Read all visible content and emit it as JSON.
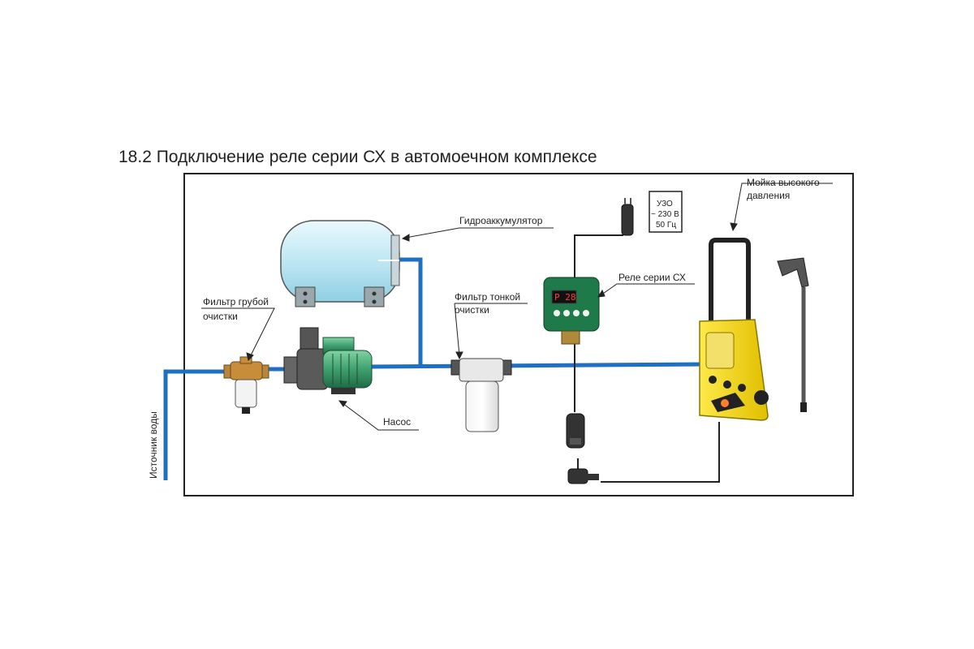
{
  "title": "18.2 Подключение реле серии СХ в автомоечном комплексе",
  "labels": {
    "accumulator": "Гидроаккумулятор",
    "coarse_filter_1": "Фильтр грубой",
    "coarse_filter_2": "очистки",
    "fine_filter_1": "Фильтр тонкой",
    "fine_filter_2": "очистки",
    "relay": "Реле серии СХ",
    "pump": "Насос",
    "washer_1": "Мойка высокого",
    "washer_2": "давления",
    "water_source": "Источник воды"
  },
  "uzo_box": {
    "line1": "УЗО",
    "line2": "~ 230 В",
    "line3": "50 Гц"
  },
  "relay_display": "P 28",
  "colors": {
    "pipe": "#1f6fc2",
    "tank": "#cfeef7",
    "pump": "#3fa06f",
    "relay": "#1f7a4a",
    "washer": "#f5d400",
    "frame": "#222222"
  }
}
